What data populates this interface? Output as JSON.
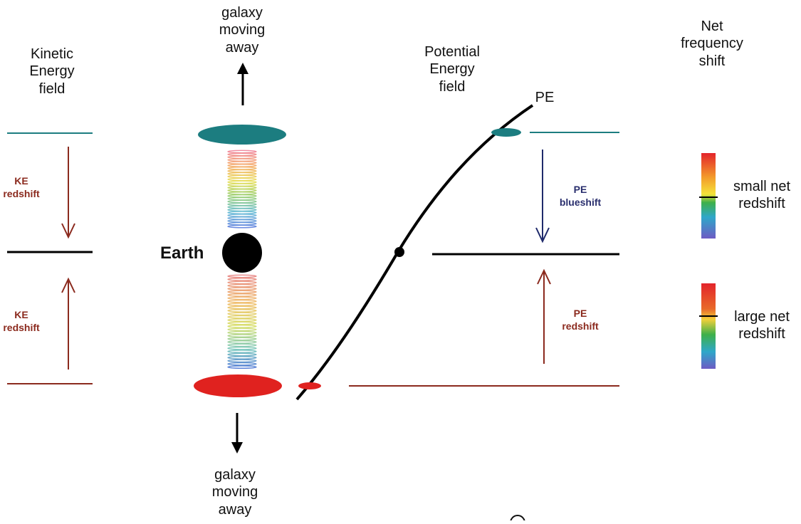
{
  "headers": {
    "ke_field": "Kinetic\nEnergy\nfield",
    "pe_field": "Potential\nEnergy\nfield",
    "net_shift": "Net\nfrequency\nshift"
  },
  "galaxy_top": "galaxy\nmoving\naway",
  "galaxy_bottom": "galaxy\nmoving\naway",
  "earth_label": "Earth",
  "pe_curve_label": "PE",
  "ke_redshift_top": "KE\nredshift",
  "ke_redshift_bottom": "KE\nredshift",
  "pe_blueshift": "PE\nblueshift",
  "pe_redshift": "PE\nredshift",
  "small_net": "small net\nredshift",
  "large_net": "large net\nredshift",
  "colors": {
    "teal": "#1c7d80",
    "red": "#e0221f",
    "dark_red": "#8b2a1e",
    "navy": "#1f2a6b",
    "black": "#000000"
  }
}
